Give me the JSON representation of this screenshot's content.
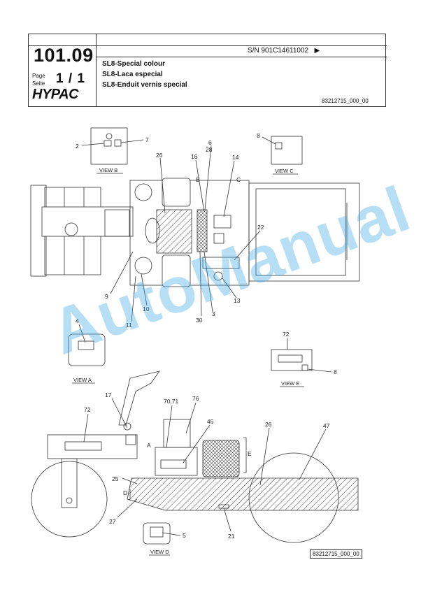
{
  "header": {
    "page_number": "101.09",
    "page_label_1": "Page",
    "page_label_2": "Seite",
    "page_value": "1 / 1",
    "brand": "HYPAC",
    "serial": "S/N 901C14611002",
    "serial_arrow": "▶",
    "titles": [
      "SL8-Special colour",
      "SL8-Laca especial",
      "SL8-Enduit vernis special"
    ],
    "doc_number": "83212715_000_00"
  },
  "views": {
    "b": "VIEW B",
    "c": "VIEW C",
    "a": "VIEW A",
    "e": "VIEW E",
    "d": "VIEW D"
  },
  "letters": {
    "B": "B",
    "C": "C",
    "A": "A",
    "D": "D",
    "E": "E"
  },
  "callouts": {
    "c2": "2",
    "c7": "7",
    "c8a": "8",
    "c6": "6",
    "c28": "28",
    "c16": "16",
    "c14": "14",
    "c26a": "26",
    "c22": "22",
    "c9": "9",
    "c10": "10",
    "c11": "11",
    "c30": "30",
    "c3": "3",
    "c13": "13",
    "c4": "4",
    "c72a": "72",
    "c8b": "8",
    "c17": "17",
    "c7071": "70,71",
    "c76": "76",
    "c45": "45",
    "c26b": "26",
    "c47": "47",
    "c72b": "72",
    "c25": "25",
    "c27": "27",
    "c5": "5",
    "c21": "21"
  },
  "footer": {
    "doc_number": "83212715_000_00"
  },
  "watermark": "AutoManual"
}
